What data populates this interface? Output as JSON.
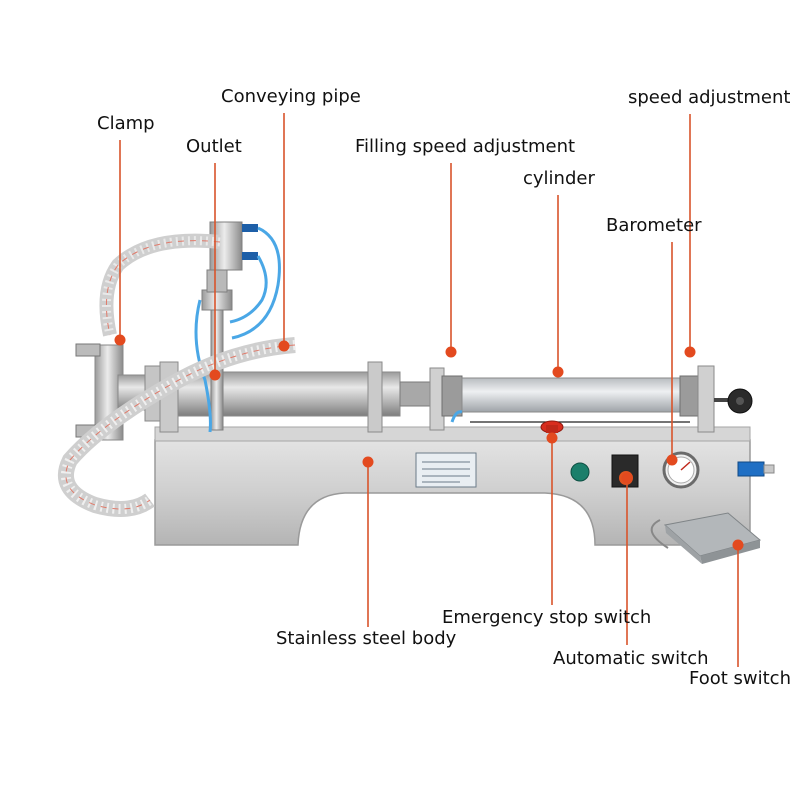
{
  "labels": {
    "clamp": "Clamp",
    "conveying_pipe": "Conveying pipe",
    "outlet": "Outlet",
    "filling_speed_adjustment": "Filling speed adjustment",
    "speed_adjustment": "speed adjustment",
    "cylinder": "cylinder",
    "barometer": "Barometer",
    "stainless_steel_body": "Stainless steel body",
    "emergency_stop_switch": "Emergency stop switch",
    "automatic_switch": "Automatic switch",
    "foot_switch": "Foot switch"
  },
  "colors": {
    "leader_line": "#d9542b",
    "marker": "#e34a1f",
    "steel": "#c9c9c9",
    "steel_dark": "#8f8f8f",
    "background": "#ffffff"
  }
}
